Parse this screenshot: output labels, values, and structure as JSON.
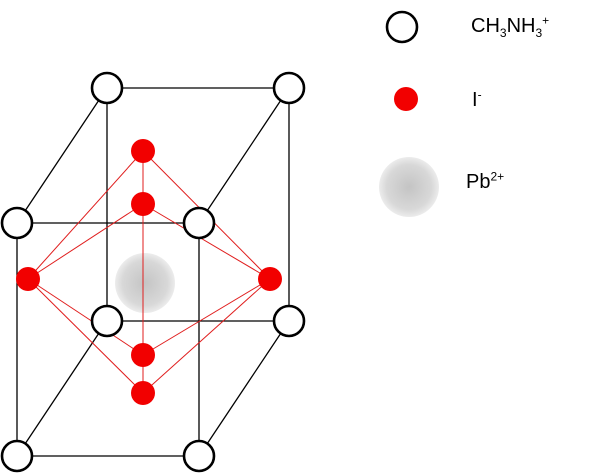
{
  "legend": [
    {
      "species": "methylammonium",
      "marker": "white-circle-black-outline",
      "label": {
        "base": "CH",
        "sub1": "3",
        "mid": "NH",
        "sub2": "3",
        "sup": "+"
      }
    },
    {
      "species": "iodide",
      "marker": "red-filled-circle",
      "label": {
        "base": "I",
        "sup": "-"
      }
    },
    {
      "species": "lead",
      "marker": "gray-shaded-sphere",
      "label": {
        "base": "Pb",
        "sup": "2+"
      }
    }
  ],
  "colors": {
    "cube_edge": "#000000",
    "octahedron_edge": "#e01e1e",
    "iodide_fill": "#f20000",
    "cation_fill": "#ffffff",
    "cation_stroke": "#000000",
    "lead_center": "#bdbdbd",
    "lead_edge": "#e6e6e6"
  }
}
